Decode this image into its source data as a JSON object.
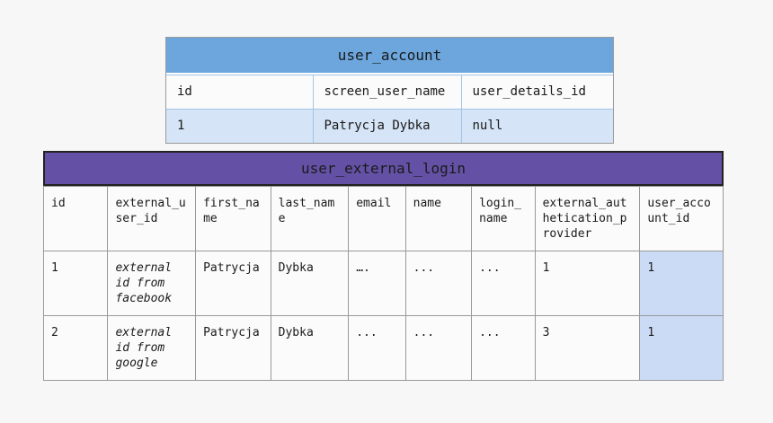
{
  "colors": {
    "page_bg": "#f7f7f7",
    "table1_header_bg": "#6ca6dd",
    "table1_row_bg": "#d5e4f6",
    "table1_border": "#a3c4e8",
    "table2_header_bg": "#6451a5",
    "table2_title_border": "#222222",
    "table2_border": "#999999",
    "table2_highlight_col_bg": "#cbdbf6",
    "cell_bg": "#fbfbfb",
    "text": "#1a1a1a"
  },
  "tables": [
    {
      "title": "user_account",
      "columns": [
        "id",
        "screen_user_name",
        "user_details_id"
      ],
      "rows": [
        [
          "1",
          "Patrycja Dybka",
          "null"
        ]
      ]
    },
    {
      "title": "user_external_login",
      "columns": [
        "id",
        "external_user_id",
        "first_name",
        "last_name",
        "email",
        "name",
        "login_name",
        "external_authetication_provider",
        "user_account_id"
      ],
      "rows": [
        [
          "1",
          "external id from facebook",
          "Patrycja",
          "Dybka",
          "….",
          "...",
          "...",
          "1",
          "1"
        ],
        [
          "2",
          "external id from google",
          "Patrycja",
          "Dybka",
          "...",
          "...",
          "...",
          "3",
          "1"
        ]
      ]
    }
  ]
}
